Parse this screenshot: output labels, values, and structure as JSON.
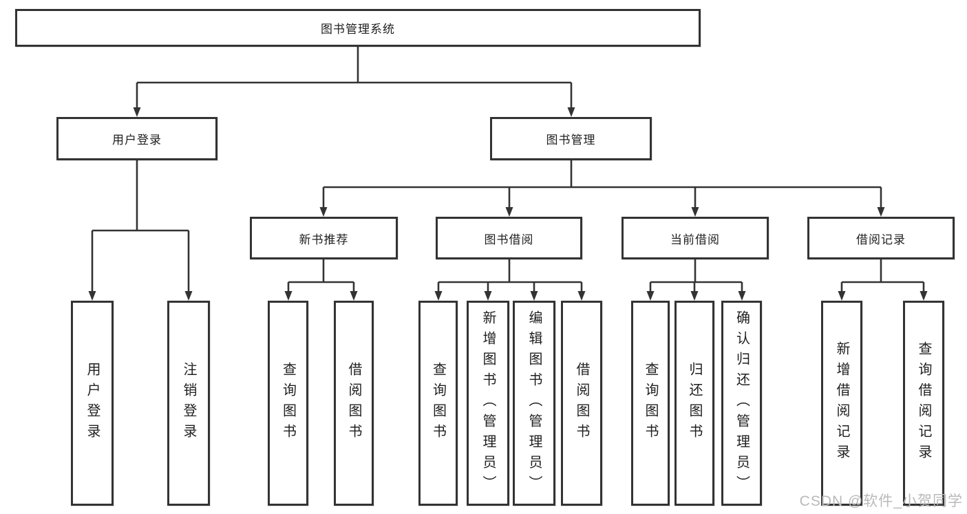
{
  "colors": {
    "line": "#333333",
    "box_border": "#333333",
    "box_fill": "#ffffff",
    "text": "#1f1f1f",
    "watermark": "#b9b9b9"
  },
  "watermark": "CSDN @软件_小贺同学",
  "tree": {
    "root": "图书管理系统",
    "branches": [
      {
        "label": "用户登录",
        "children": [
          "用户登录",
          "注销登录"
        ]
      },
      {
        "label": "图书管理",
        "groups": [
          {
            "label": "新书推荐",
            "children": [
              "查询图书",
              "借阅图书"
            ]
          },
          {
            "label": "图书借阅",
            "children": [
              "查询图书",
              "新增图书（管理员）",
              "编辑图书（管理员）",
              "借阅图书"
            ]
          },
          {
            "label": "当前借阅",
            "children": [
              "查询图书",
              "归还图书",
              "确认归还（管理员）"
            ]
          },
          {
            "label": "借阅记录",
            "children": [
              "新增借阅记录",
              "查询借阅记录"
            ]
          }
        ]
      }
    ]
  }
}
